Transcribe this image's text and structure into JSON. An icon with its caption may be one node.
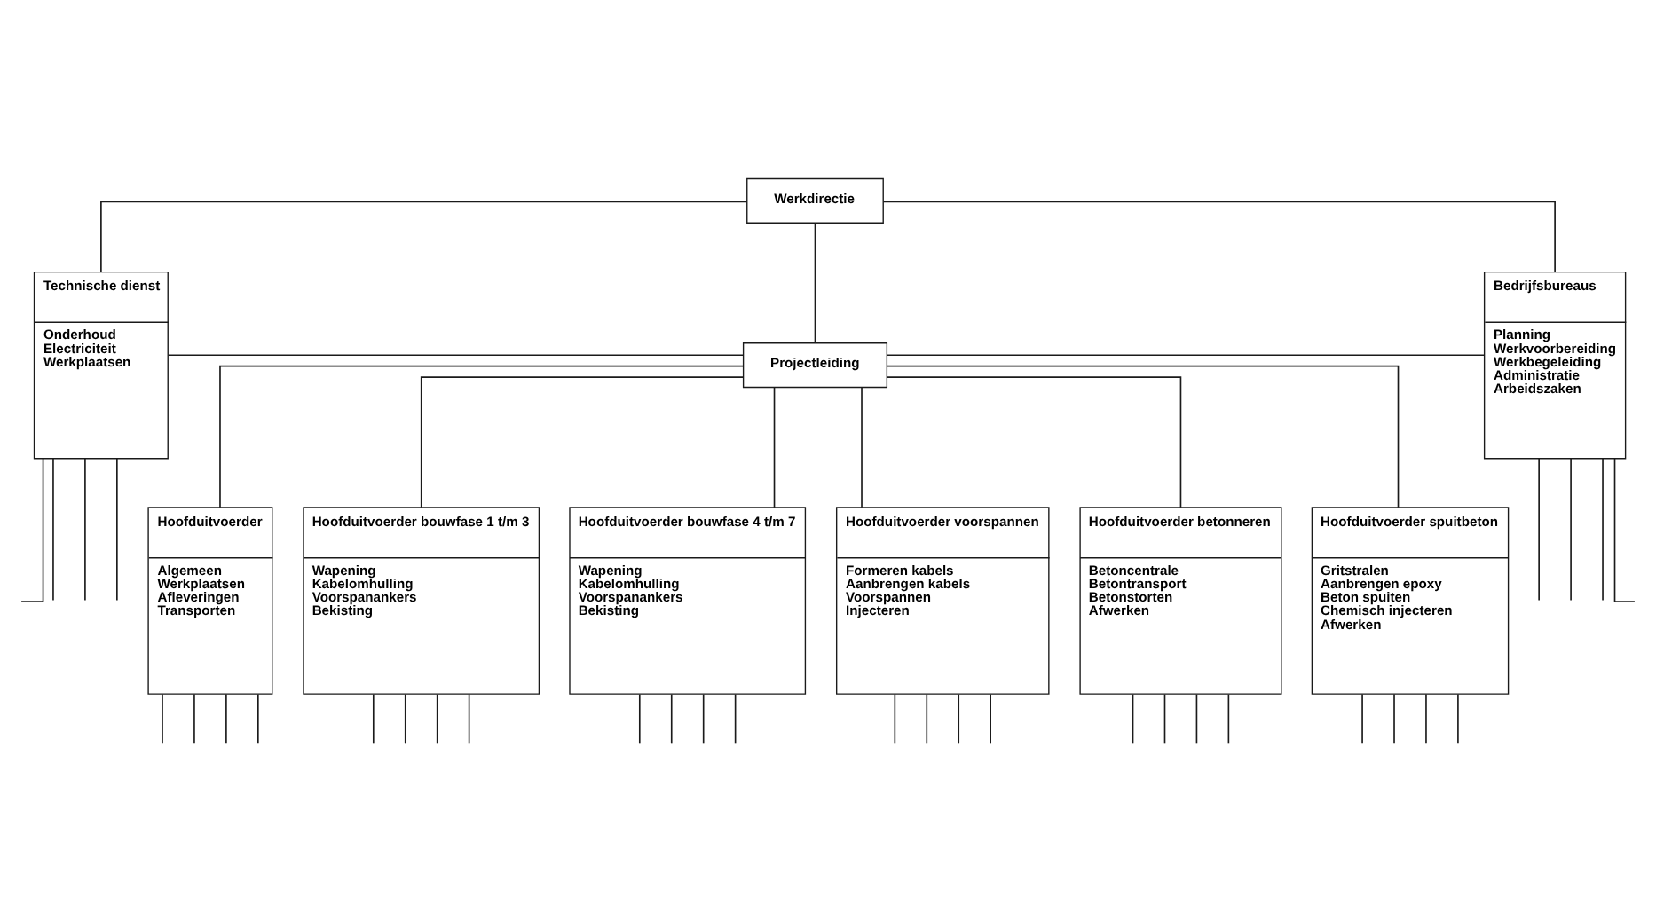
{
  "diagram": {
    "nodes": [
      {
        "text": [
          "Werkdirectie"
        ]
      },
      {
        "text": [
          "Technische dienst",
          "Onderhoud",
          "Electriciteit",
          "Werkplaatsen"
        ]
      },
      {
        "text": [
          "Projectleiding"
        ]
      },
      {
        "text": [
          "Bedrijfsbureaus",
          "Planning",
          "Werkvoorbereiding",
          "Werkbegeleiding",
          "Administratie",
          "Arbeidszaken"
        ]
      },
      {
        "text": [
          "Hoofduitvoerder",
          "Algemeen",
          "Werkplaatsen",
          "Afleveringen",
          "Transporten"
        ]
      },
      {
        "text": [
          "Hoofduitvoerder bouwfase 1 t/m 3",
          "Wapening",
          "Kabelomhulling",
          "Voorspanankers",
          "Bekisting"
        ]
      },
      {
        "text": [
          "Hoofduitvoerder bouwfase 4 t/m 7",
          "Wapening",
          "Kabelomhulling",
          "Voorspanankers",
          "Bekisting"
        ]
      },
      {
        "text": [
          "Hoofduitvoerder voorspannen",
          "Formeren kabels",
          "Aanbrengen kabels",
          "Voorspannen",
          "Injecteren"
        ]
      },
      {
        "text": [
          "Hoofduitvoerder betonneren",
          "Betoncentrale",
          "Betontransport",
          "Betonstorten",
          "Afwerken"
        ]
      },
      {
        "text": [
          "Hoofduitvoerder spuitbeton",
          "Gritstralen",
          "Aanbrengen epoxy",
          "Beton spuiten",
          "Chemisch injecteren",
          "Afwerken"
        ]
      }
    ],
    "edges": [
      {
        "from": 0,
        "to": 1,
        "arrow": "none"
      },
      {
        "from": 0,
        "to": 2,
        "arrow": "none"
      },
      {
        "from": 0,
        "to": 3,
        "arrow": "none"
      },
      {
        "from": 1,
        "to": 2,
        "arrow": "none"
      },
      {
        "from": 2,
        "to": 3,
        "arrow": "none"
      },
      {
        "from": 2,
        "to": 4,
        "arrow": "none"
      },
      {
        "from": 2,
        "to": 5,
        "arrow": "none"
      },
      {
        "from": 2,
        "to": 6,
        "arrow": "none"
      },
      {
        "from": 2,
        "to": 7,
        "arrow": "none"
      },
      {
        "from": 2,
        "to": 8,
        "arrow": "none"
      },
      {
        "from": 2,
        "to": 9,
        "arrow": "none"
      },
      {
        "from": 1,
        "to": null,
        "arrow": "none"
      },
      {
        "from": 1,
        "to": null,
        "arrow": "none"
      },
      {
        "from": 1,
        "to": null,
        "arrow": "none"
      },
      {
        "from": 1,
        "to": null,
        "arrow": "none"
      },
      {
        "from": 3,
        "to": null,
        "arrow": "none"
      },
      {
        "from": 3,
        "to": null,
        "arrow": "none"
      },
      {
        "from": 3,
        "to": null,
        "arrow": "none"
      },
      {
        "from": 3,
        "to": null,
        "arrow": "none"
      },
      {
        "from": 4,
        "to": null,
        "arrow": "none"
      },
      {
        "from": 4,
        "to": null,
        "arrow": "none"
      },
      {
        "from": 4,
        "to": null,
        "arrow": "none"
      },
      {
        "from": 4,
        "to": null,
        "arrow": "none"
      },
      {
        "from": 5,
        "to": null,
        "arrow": "none"
      },
      {
        "from": 5,
        "to": null,
        "arrow": "none"
      },
      {
        "from": 5,
        "to": null,
        "arrow": "none"
      },
      {
        "from": 5,
        "to": null,
        "arrow": "none"
      },
      {
        "from": 6,
        "to": null,
        "arrow": "none"
      },
      {
        "from": 6,
        "to": null,
        "arrow": "none"
      },
      {
        "from": 6,
        "to": null,
        "arrow": "none"
      },
      {
        "from": 6,
        "to": null,
        "arrow": "none"
      },
      {
        "from": 7,
        "to": null,
        "arrow": "none"
      },
      {
        "from": 7,
        "to": null,
        "arrow": "none"
      },
      {
        "from": 7,
        "to": null,
        "arrow": "none"
      },
      {
        "from": 7,
        "to": null,
        "arrow": "none"
      },
      {
        "from": 8,
        "to": null,
        "arrow": "none"
      },
      {
        "from": 8,
        "to": null,
        "arrow": "none"
      },
      {
        "from": 8,
        "to": null,
        "arrow": "none"
      },
      {
        "from": 8,
        "to": null,
        "arrow": "none"
      },
      {
        "from": 9,
        "to": null,
        "arrow": "none"
      },
      {
        "from": 9,
        "to": null,
        "arrow": "none"
      },
      {
        "from": 9,
        "to": null,
        "arrow": "none"
      },
      {
        "from": 9,
        "to": null,
        "arrow": "none"
      }
    ]
  }
}
